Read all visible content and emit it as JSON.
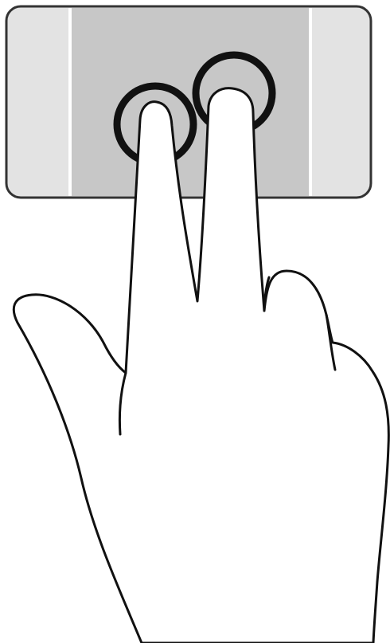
{
  "illustration": {
    "gesture": "two-finger-tap",
    "touchpad": {
      "zones": [
        "left-edge",
        "center",
        "right-edge"
      ],
      "edge_color": "#e3e3e3",
      "center_color": "#c7c7c7",
      "divider_color": "#ffffff",
      "border_color": "#333333"
    },
    "touch_points": {
      "count": 2,
      "ring_color": "#111111",
      "ring_fill": "#c7c7c7"
    },
    "hand": {
      "fill": "#ffffff",
      "outline": "#111111",
      "extended_fingers": 2
    }
  }
}
